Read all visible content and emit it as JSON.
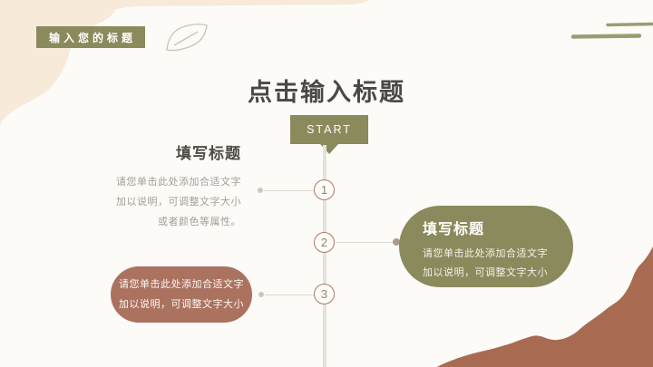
{
  "slide": {
    "ribbon": {
      "label": "输入您的标题"
    },
    "title": "点击输入标题",
    "timeline": {
      "start_label": "START",
      "steps": [
        {
          "number": "1",
          "heading": "填写标题",
          "lines": [
            "请您单击此处添加合适文字",
            "加以说明，可调整文字大小",
            "或者颜色等属性。"
          ]
        },
        {
          "number": "2",
          "heading": "填写标题",
          "lines": [
            "请您单击此处添加合适文字",
            "加以说明，可调整文字大小"
          ]
        },
        {
          "number": "3",
          "lines": [
            "请您单击此处添加合适文字",
            "加以说明，可调整文字大小"
          ]
        }
      ]
    },
    "decor": {
      "leaf_icon": "leaf-outline-icon",
      "brush_strokes": "olive-brush-stroke-lines",
      "corner_shapes": [
        "peach-blob-top-left",
        "terracotta-blob-bottom-right"
      ]
    },
    "colors": {
      "background": "#fcfbf8",
      "olive": "#8a8a5c",
      "peach": "#f7ead9",
      "terracotta_pill": "#ab7260",
      "terracotta_blob": "#a86b51",
      "timeline_line": "#e4e2dd",
      "circle_border": "#b1785f",
      "title_text": "#4a4846",
      "muted_text": "#a29e98"
    }
  }
}
